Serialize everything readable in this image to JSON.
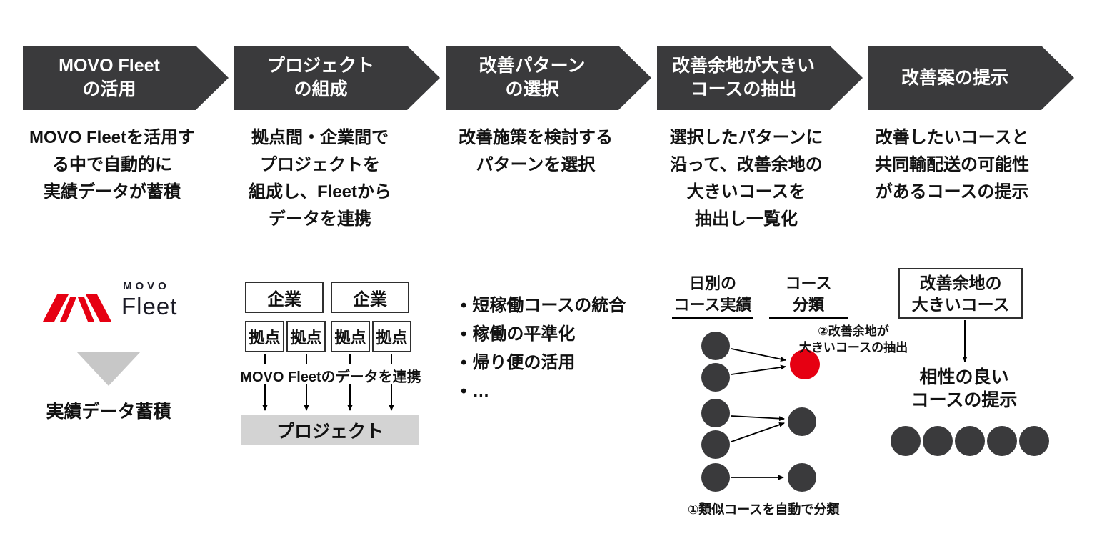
{
  "colors": {
    "dark": "#3a3a3c",
    "red": "#e60012",
    "triangle_gray": "#c7c7c7",
    "box_gray": "#d3d3d3"
  },
  "steps": [
    {
      "title": "MOVO Fleet\nの活用",
      "description": "MOVO Fleetを活用す\nる中で自動的に\n実績データが蓄積"
    },
    {
      "title": "プロジェクト\nの組成",
      "description": "拠点間・企業間で\nプロジェクトを\n組成し、Fleetから\nデータを連携"
    },
    {
      "title": "改善パターン\nの選択",
      "description": "改善施策を検討する\nパターンを選択"
    },
    {
      "title": "改善余地が大きい\nコースの抽出",
      "description": "選択したパターンに\n沿って、改善余地の\n大きいコースを\n抽出し一覧化"
    },
    {
      "title": "改善案の提示",
      "description": "改善したいコースと\n共同輸配送の可能性\nがあるコースの提示"
    }
  ],
  "panels": {
    "fleet": {
      "logo_movo": "MOVO",
      "logo_fleet": "Fleet",
      "caption": "実績データ蓄積"
    },
    "project": {
      "company_labels": [
        "企業",
        "企業"
      ],
      "base_labels": [
        "拠点",
        "拠点",
        "拠点",
        "拠点"
      ],
      "link_label": "MOVO Fleetのデータを連携",
      "project_label": "プロジェクト"
    },
    "patterns": {
      "bullets": [
        "短稼働コースの統合",
        "稼働の平準化",
        "帰り便の活用",
        "…"
      ]
    },
    "extraction": {
      "col1_header": "日別の\nコース実績",
      "col2_header": "コース\n分類",
      "note_extract": "②改善余地が\n大きいコースの抽出",
      "note_classify": "①類似コースを自動で分類"
    },
    "proposal": {
      "box_label": "改善余地の\n大きいコース",
      "result_label": "相性の良い\nコースの提示"
    }
  }
}
